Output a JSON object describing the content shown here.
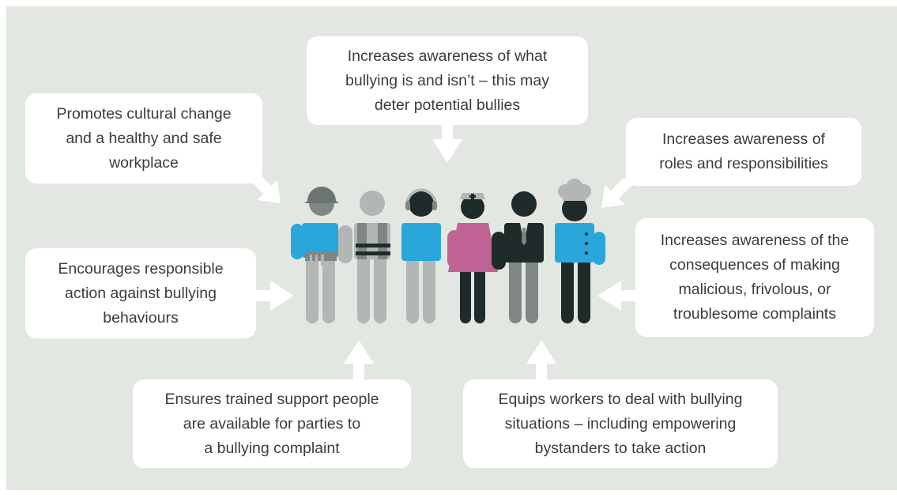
{
  "colors": {
    "background": "#e3e7e1",
    "box": "#ffffff",
    "arrow": "#ffffff",
    "text": "#3c3c3c",
    "blue": "#29a7db",
    "grey_light": "#b2b6b4",
    "grey_mid": "#7f8786",
    "grey_dark": "#6b7473",
    "pink": "#bf6394",
    "dark": "#1f2b2a"
  },
  "benefits": {
    "cultural_change": "Promotes cultural change\nand a healthy and safe\nworkplace",
    "awareness_bullying": "Increases awareness of what\nbullying is and isn’t – this may\ndeter potential bullies",
    "awareness_roles": "Increases awareness of\nroles and responsibilities",
    "responsible_action": "Encourages responsible\naction against bullying\nbehaviours",
    "awareness_consequences": "Increases awareness of the\nconsequences of making\nmalicious, frivolous, or\ntroublesome complaints",
    "support_people": "Ensures trained support people\nare available for parties to\na bullying complaint",
    "equips_workers": "Equips workers to deal with bullying\nsituations – including empowering\nbystanders to take action"
  },
  "figures": [
    {
      "role": "tradesperson",
      "icon": "hard-hat-worker-icon"
    },
    {
      "role": "safety-worker",
      "icon": "vest-worker-icon"
    },
    {
      "role": "call-centre-worker",
      "icon": "headset-worker-icon"
    },
    {
      "role": "nurse",
      "icon": "nurse-icon"
    },
    {
      "role": "office-worker",
      "icon": "suit-worker-icon"
    },
    {
      "role": "chef",
      "icon": "chef-icon"
    }
  ]
}
